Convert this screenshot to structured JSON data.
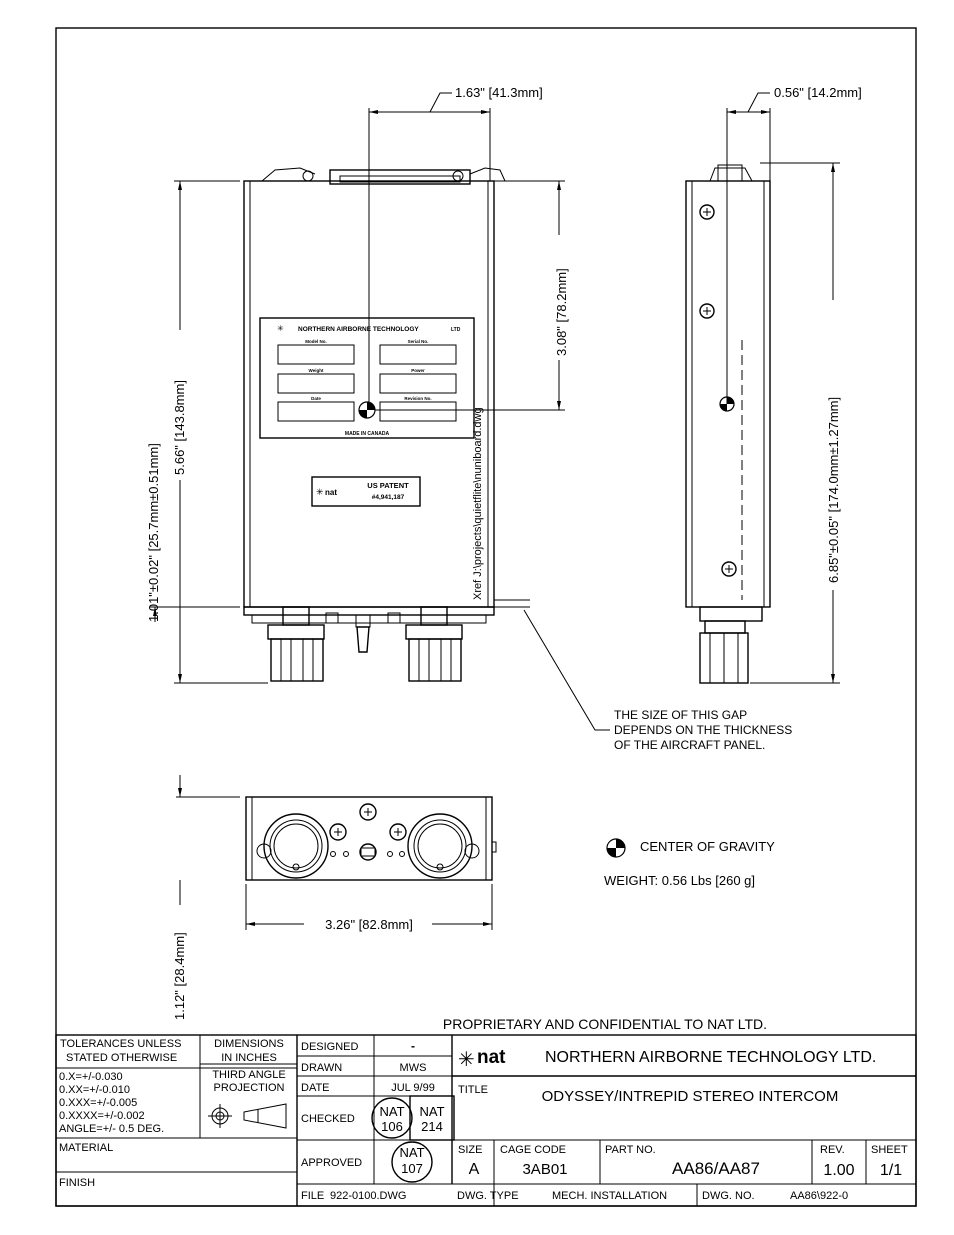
{
  "dimensions": {
    "top_width": "1.63\" [41.3mm]",
    "side_depth": "0.56\" [14.2mm]",
    "overall_height": "5.66\" [143.8mm]",
    "cg_from_bottom": "1.01\"±0.02\" [25.7mm±0.51mm]",
    "cg_from_top": "3.08\" [78.2mm]",
    "side_length": "6.85\"±0.05\" [174.0mm±1.27mm]",
    "front_width": "3.26\" [82.8mm]",
    "front_height": "1.12\" [28.4mm]"
  },
  "gap_note": [
    "THE SIZE OF THIS GAP",
    "DEPENDS ON THE THICKNESS",
    "OF THE AIRCRAFT PANEL."
  ],
  "xref": "Xref J:\\projects\\quietflite\\nuniboard.dwg",
  "cg_legend": "CENTER OF GRAVITY",
  "weight": "WEIGHT: 0.56 Lbs [260 g]",
  "label_plate": {
    "brand": "NORTHERN AIRBORNE TECHNOLOGY",
    "brand_suffix": "LTD",
    "fields": [
      "Model No.",
      "Serial No.",
      "Weight",
      "Power",
      "Date",
      "Revision No."
    ],
    "made_in": "MADE IN CANADA"
  },
  "patent": {
    "logo": "nat",
    "line1": "US PATENT",
    "line2": "#4,941,187"
  },
  "proprietary": "PROPRIETARY AND CONFIDENTIAL TO NAT LTD.",
  "title_block": {
    "tolerances_title": [
      "TOLERANCES UNLESS",
      "STATED OTHERWISE"
    ],
    "tolerances": [
      "0.X=+/-0.030",
      "0.XX=+/-0.010",
      "0.XXX=+/-0.005",
      "0.XXXX=+/-0.002",
      "ANGLE=+/- 0.5 DEG."
    ],
    "dimensions_unit": [
      "DIMENSIONS",
      "IN INCHES"
    ],
    "projection": [
      "THIRD ANGLE",
      "PROJECTION"
    ],
    "material": "MATERIAL",
    "finish": "FINISH",
    "designed_label": "DESIGNED",
    "designed_value": "-",
    "drawn_label": "DRAWN",
    "drawn_value": "MWS",
    "date_label": "DATE",
    "date_value": "JUL 9/99",
    "checked_label": "CHECKED",
    "checked_stamps": [
      {
        "line1": "NAT",
        "line2": "106"
      },
      {
        "line1": "NAT",
        "line2": "214"
      }
    ],
    "approved_label": "APPROVED",
    "approved_stamp": {
      "line1": "NAT",
      "line2": "107"
    },
    "company_logo": "nat",
    "company_name": "NORTHERN AIRBORNE TECHNOLOGY LTD.",
    "title_label": "TITLE",
    "title_value": "ODYSSEY/INTREPID STEREO INTERCOM",
    "size_label": "SIZE",
    "size_value": "A",
    "cage_label": "CAGE CODE",
    "cage_value": "3AB01",
    "part_label": "PART NO.",
    "part_value": "AA86/AA87",
    "rev_label": "REV.",
    "rev_value": "1.00",
    "sheet_label": "SHEET",
    "sheet_value": "1/1",
    "file_label": "FILE",
    "file_value": "922-0100.DWG",
    "dwg_type_label": "DWG. TYPE",
    "dwg_type_value": "MECH. INSTALLATION",
    "dwg_no_label": "DWG. NO.",
    "dwg_no_value": "AA86\\922-0"
  }
}
